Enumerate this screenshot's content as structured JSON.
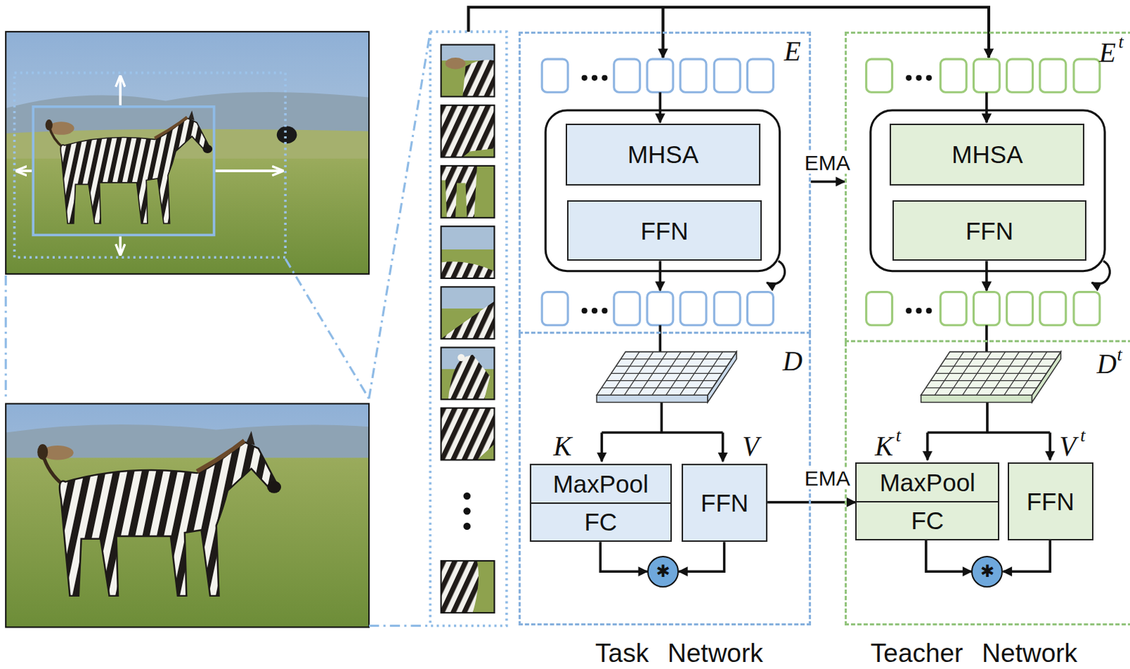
{
  "diagram": {
    "nodes": [
      {
        "text": [
          "E"
        ]
      },
      {
        "text": [
          "MHSA"
        ],
        "in": 0
      },
      {
        "text": [
          "FFN"
        ],
        "in": 0
      },
      {
        "text": [
          "D"
        ]
      },
      {
        "text": [
          "MaxPool",
          "FC"
        ],
        "in": 3
      },
      {
        "text": [
          "FFN"
        ],
        "in": 3
      },
      {
        "text": [
          "✱"
        ],
        "in": 3
      },
      {
        "text": [
          "E",
          "t"
        ]
      },
      {
        "text": [
          "MHSA"
        ],
        "in": 7
      },
      {
        "text": [
          "FFN"
        ],
        "in": 7
      },
      {
        "text": [
          "D",
          "t"
        ]
      },
      {
        "text": [
          "MaxPool",
          "FC"
        ],
        "in": 10
      },
      {
        "text": [
          "FFN"
        ],
        "in": 10
      },
      {
        "text": [
          "✱"
        ],
        "in": 10
      }
    ],
    "edges": [
      {
        "from": 0,
        "to": 7,
        "arrow": "to",
        "label": "EMA"
      },
      {
        "from": 5,
        "to": 11,
        "arrow": "to",
        "label": "EMA"
      },
      {
        "from": 4,
        "to": 6,
        "arrow": "to"
      },
      {
        "from": 5,
        "to": 6,
        "arrow": "to"
      },
      {
        "from": 11,
        "to": 13,
        "arrow": "to"
      },
      {
        "from": 12,
        "to": 13,
        "arrow": "to"
      }
    ],
    "labels": [
      "K",
      "V",
      "K",
      "t",
      "V",
      "t",
      "Task Network",
      "Teacher Network"
    ]
  }
}
